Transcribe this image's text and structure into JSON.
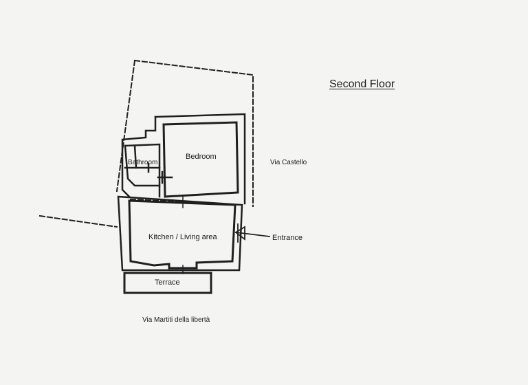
{
  "plan": {
    "title": "Second Floor",
    "rooms": {
      "bedroom": "Bedroom",
      "bathroom": "Bathroom",
      "kitchen_living": "Kitchen / Living area",
      "terrace": "Terrace"
    },
    "labels": {
      "entrance": "Entrance",
      "street_east": "Via Castello",
      "street_south": "Via Martiti della libertà"
    }
  }
}
